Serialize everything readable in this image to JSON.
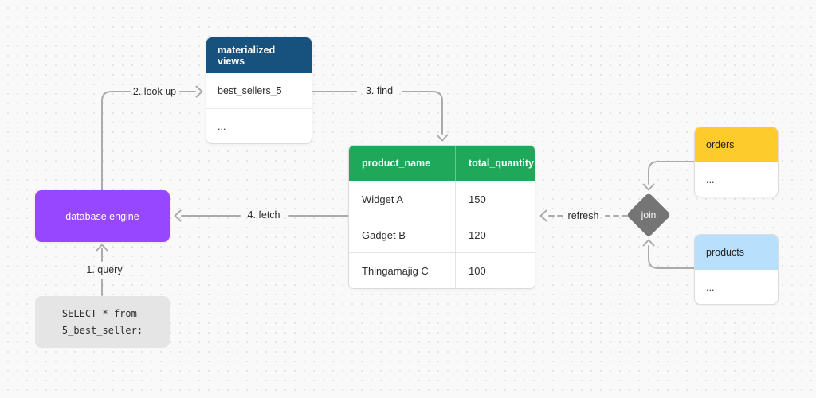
{
  "diagram": {
    "nodes": {
      "materialized_views": {
        "title": "materialized views",
        "rows": [
          "best_sellers_5",
          "..."
        ],
        "header_color": "#17517e"
      },
      "database_engine": {
        "label": "database engine",
        "color": "#9747ff"
      },
      "query_snippet": {
        "line1": "SELECT * from",
        "line2": "5_best_seller;",
        "color": "#e5e5e5"
      },
      "result_table": {
        "columns": [
          "product_name",
          "total_quantity"
        ],
        "rows": [
          [
            "Widget A",
            "150"
          ],
          [
            "Gadget B",
            "120"
          ],
          [
            "Thingamajig C",
            "100"
          ]
        ],
        "header_color": "#1fa75a"
      },
      "orders": {
        "title": "orders",
        "rows": [
          "..."
        ],
        "header_color": "#fecb2d"
      },
      "products": {
        "title": "products",
        "rows": [
          "..."
        ],
        "header_color": "#b8dffb"
      },
      "join": {
        "label": "join",
        "color": "#757575"
      }
    },
    "edges": {
      "query": {
        "label": "1. query"
      },
      "look_up": {
        "label": "2. look up"
      },
      "find": {
        "label": "3. find"
      },
      "fetch": {
        "label": "4. fetch"
      },
      "refresh": {
        "label": "refresh"
      }
    },
    "colors": {
      "edge_line": "#ababab",
      "canvas_bg": "#f9f9f9",
      "dot_grid": "#e0e0e0"
    }
  }
}
